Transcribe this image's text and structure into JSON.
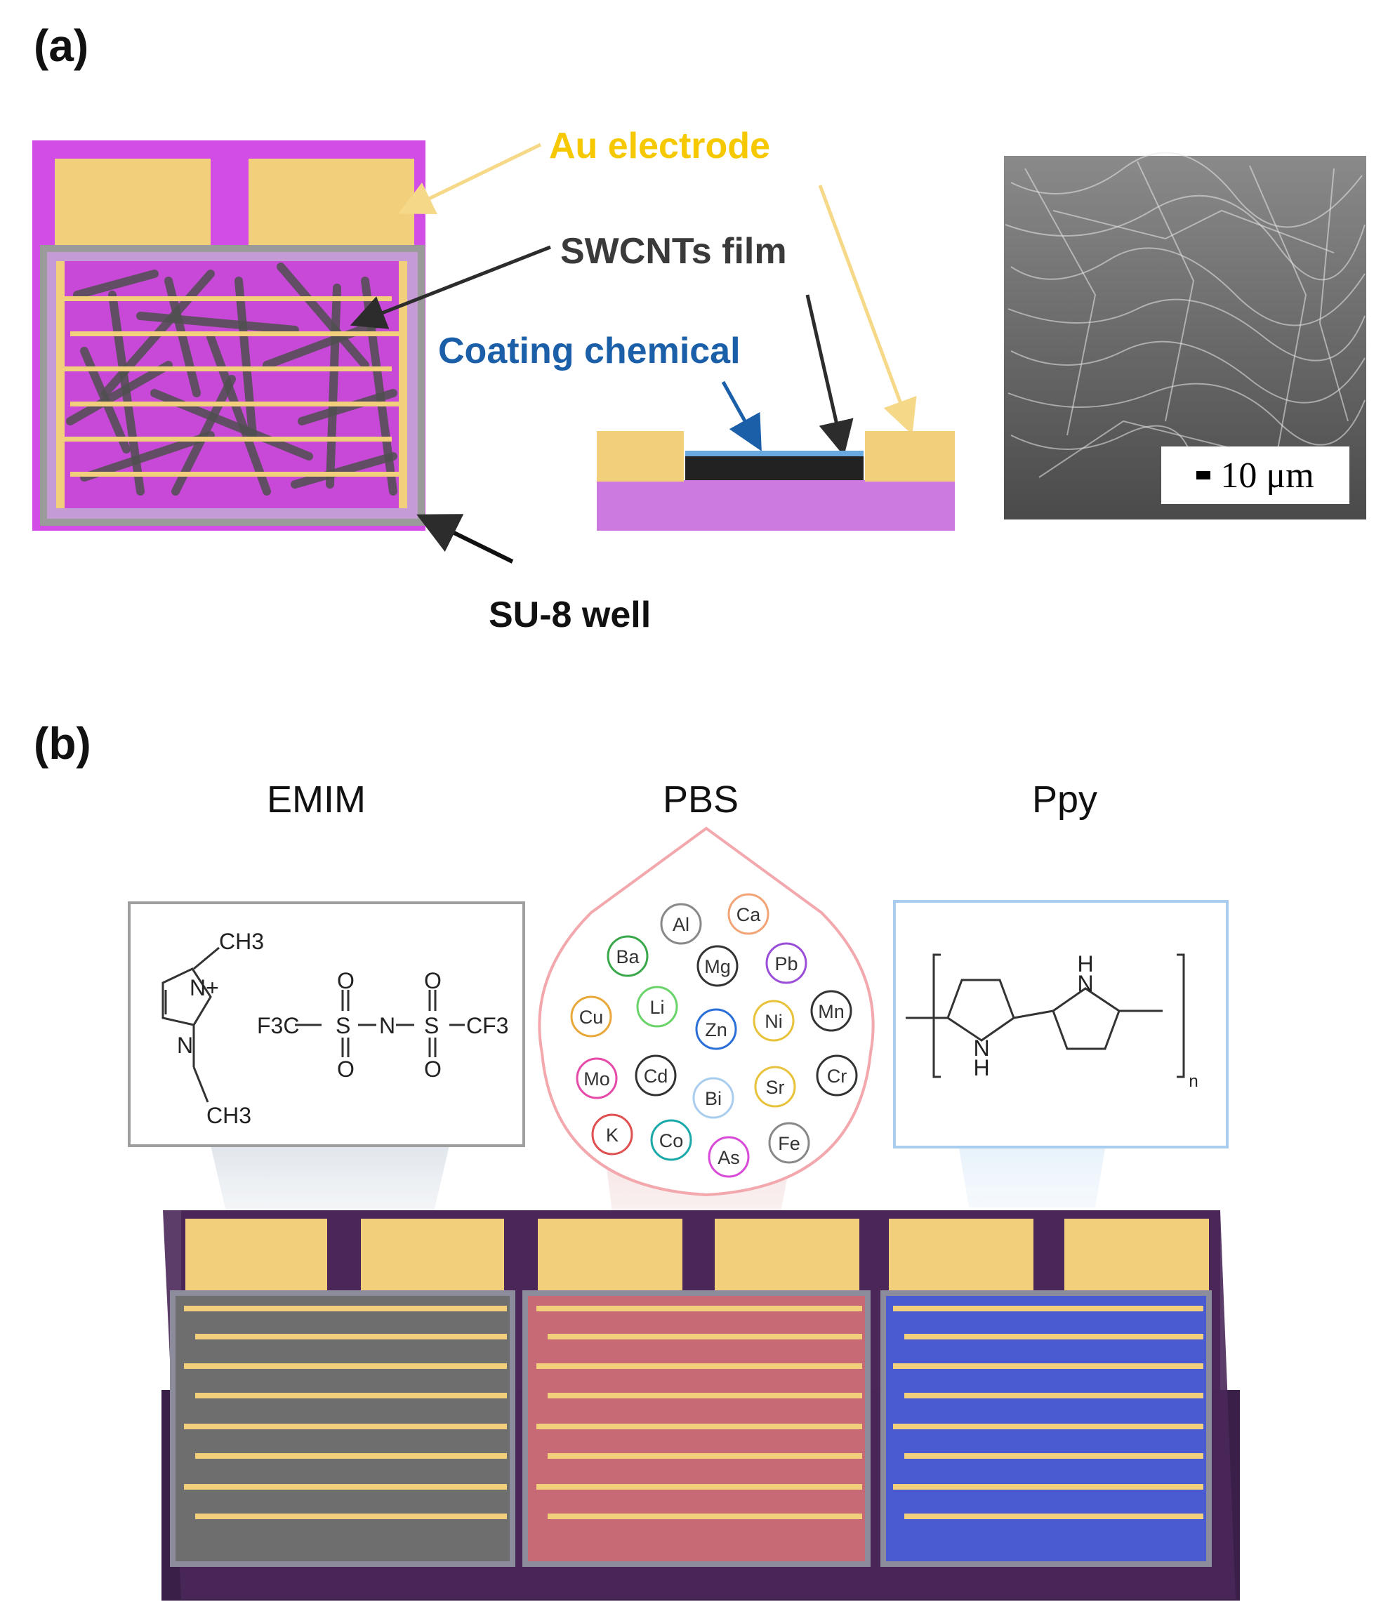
{
  "panel_a": {
    "label": "(a)",
    "callouts": {
      "au_electrode": "Au electrode",
      "swcnts_film": "SWCNTs film",
      "coating_chemical": "Coating chemical",
      "su8_well": "SU-8 well"
    },
    "scale_bar": "10 μm"
  },
  "panel_b": {
    "label": "(b)",
    "chemicals": [
      {
        "name": "EMIM"
      },
      {
        "name": "PBS"
      },
      {
        "name": "Ppy"
      }
    ],
    "emim_structure": {
      "ch3_top": "CH3",
      "n_plus": "N+",
      "n_ring": "N",
      "ch3_bottom": "CH3",
      "anion": [
        "F3C",
        "S",
        "N",
        "S",
        "CF3"
      ],
      "oxygen": "O"
    },
    "pbs_elements": [
      "Al",
      "Ca",
      "Ba",
      "Mg",
      "Pb",
      "Cu",
      "Li",
      "Zn",
      "Ni",
      "Mn",
      "Mo",
      "Cd",
      "Bi",
      "Sr",
      "Cr",
      "K",
      "Co",
      "As",
      "Fe"
    ],
    "ppy_structure": {
      "nh_top": [
        "H",
        "N"
      ],
      "nh_bottom": [
        "N",
        "H"
      ],
      "subscript": "n"
    }
  },
  "colors": {
    "gold": "#f2cf7a",
    "magenta": "#d14de6",
    "purple_dark": "#4a2759",
    "emim_box": "#9e9e9e",
    "ppy_box": "#a9cdee",
    "callout_gold": "#f6c800",
    "callout_blue": "#1b5fa8"
  }
}
